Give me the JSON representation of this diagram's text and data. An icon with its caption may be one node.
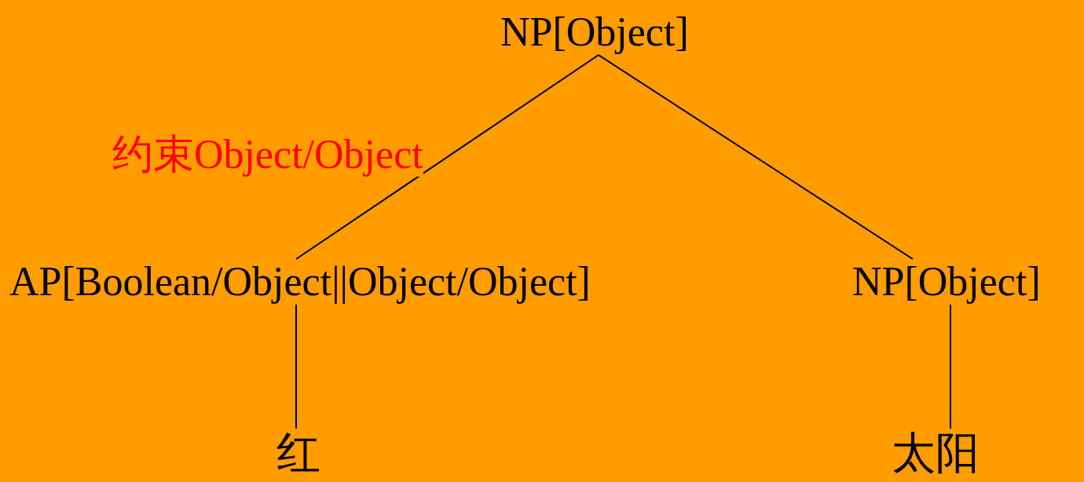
{
  "diagram": {
    "nodes": [
      {
        "text": [
          "NP[Object]"
        ]
      },
      {
        "text": [
          "AP[Boolean/Object||Object/Object]"
        ]
      },
      {
        "text": [
          "NP[Object]"
        ]
      },
      {
        "text": [
          "红"
        ]
      },
      {
        "text": [
          "太阳"
        ]
      }
    ],
    "edges": [
      {
        "from": 0,
        "to": 1,
        "arrow": "none",
        "label": "约束Object/Object"
      },
      {
        "from": 0,
        "to": 2,
        "arrow": "none"
      },
      {
        "from": 1,
        "to": 3,
        "arrow": "none"
      },
      {
        "from": 2,
        "to": 4,
        "arrow": "none"
      }
    ]
  }
}
